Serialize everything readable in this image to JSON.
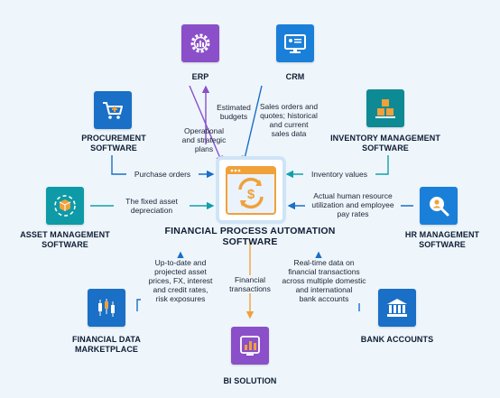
{
  "center": {
    "title_line1": "FINANCIAL PROCESS AUTOMATION",
    "title_line2": "SOFTWARE",
    "icon": "dollar-cycle-window-icon"
  },
  "nodes": {
    "erp": {
      "label": "ERP",
      "icon": "gear-chart-icon",
      "color": "#8b4fc9"
    },
    "crm": {
      "label": "CRM",
      "icon": "monitor-profile-icon",
      "color": "#1a7fd9"
    },
    "procurement": {
      "line1": "PROCUREMENT",
      "line2": "SOFTWARE",
      "icon": "shopping-cart-icon",
      "color": "#1a6fc6"
    },
    "inventory": {
      "line1": "INVENTORY MANAGEMENT",
      "line2": "SOFTWARE",
      "icon": "boxes-icon",
      "color": "#0e8a94"
    },
    "asset": {
      "line1": "ASSET MANAGEMENT",
      "line2": "SOFTWARE",
      "icon": "cube-cycle-icon",
      "color": "#0e9aa6"
    },
    "hr": {
      "line1": "HR MANAGEMENT",
      "line2": "SOFTWARE",
      "icon": "person-search-icon",
      "color": "#1a7fd9"
    },
    "fin_data": {
      "line1": "FINANCIAL DATA",
      "line2": "MARKETPLACE",
      "icon": "candlestick-icon",
      "color": "#1a6fc6"
    },
    "bi": {
      "label": "BI  SOLUTION",
      "icon": "bar-chart-icon",
      "color": "#8b4fc9"
    },
    "bank": {
      "label": "BANK ACCOUNTS",
      "icon": "bank-icon",
      "color": "#1a6fc6"
    }
  },
  "flows": {
    "estimated_budgets": [
      "Estimated",
      "budgets"
    ],
    "operational_plans": [
      "Operational",
      "and strategic",
      "plans"
    ],
    "sales_orders": [
      "Sales orders and",
      "quotes; historical",
      "and current",
      "sales data"
    ],
    "purchase_orders": [
      "Purchase orders"
    ],
    "inventory_values": [
      "Inventory values"
    ],
    "fixed_asset": [
      "The fixed asset",
      "depreciation"
    ],
    "hr_rates": [
      "Actual human resource",
      "utilization and employee",
      "pay rates"
    ],
    "market_data": [
      "Up-to-date and",
      "projected asset",
      "prices, FX, interest",
      "and credit rates,",
      "risk exposures"
    ],
    "financial_transactions": [
      "Financial",
      "transactions"
    ],
    "bank_data": [
      "Real-time data on",
      "financial transactions",
      "across multiple domestic",
      "and international",
      "bank accounts"
    ]
  },
  "colors": {
    "purple": "#8b4fc9",
    "blue": "#1a6fc6",
    "teal": "#12a0a8",
    "orange": "#f0a13a",
    "dark_text": "#0f1c33"
  }
}
